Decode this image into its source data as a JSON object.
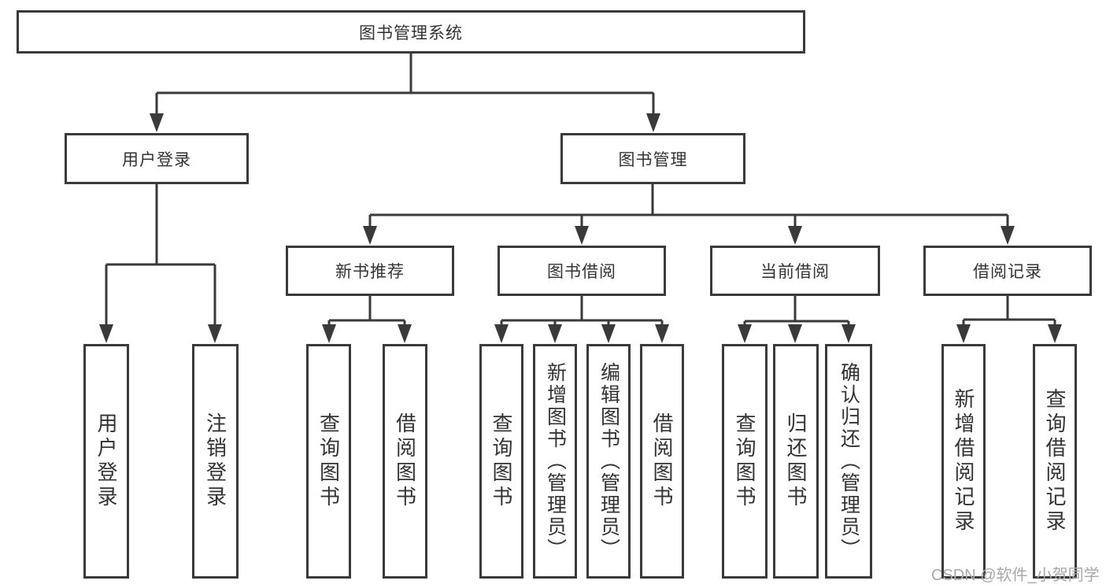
{
  "diagram": {
    "title": "图书管理系统",
    "children": [
      {
        "label": "用户登录",
        "children": [
          {
            "label": "用户登录"
          },
          {
            "label": "注销登录"
          }
        ]
      },
      {
        "label": "图书管理",
        "children": [
          {
            "label": "新书推荐",
            "children": [
              {
                "label": "查询图书"
              },
              {
                "label": "借阅图书"
              }
            ]
          },
          {
            "label": "图书借阅",
            "children": [
              {
                "label": "查询图书"
              },
              {
                "label": "新增图书（管理员）"
              },
              {
                "label": "编辑图书（管理员）"
              },
              {
                "label": "借阅图书"
              }
            ]
          },
          {
            "label": "当前借阅",
            "children": [
              {
                "label": "查询图书"
              },
              {
                "label": "归还图书"
              },
              {
                "label": "确认归还（管理员）"
              }
            ]
          },
          {
            "label": "借阅记录",
            "children": [
              {
                "label": "新增借阅记录"
              },
              {
                "label": "查询借阅记录"
              }
            ]
          }
        ]
      }
    ]
  },
  "watermark": {
    "text": "CSDN @软件_小贺同学"
  },
  "colors": {
    "line": "#3a3a3a",
    "text": "#333333",
    "watermark": "#a8a8a8",
    "background": "#ffffff"
  }
}
